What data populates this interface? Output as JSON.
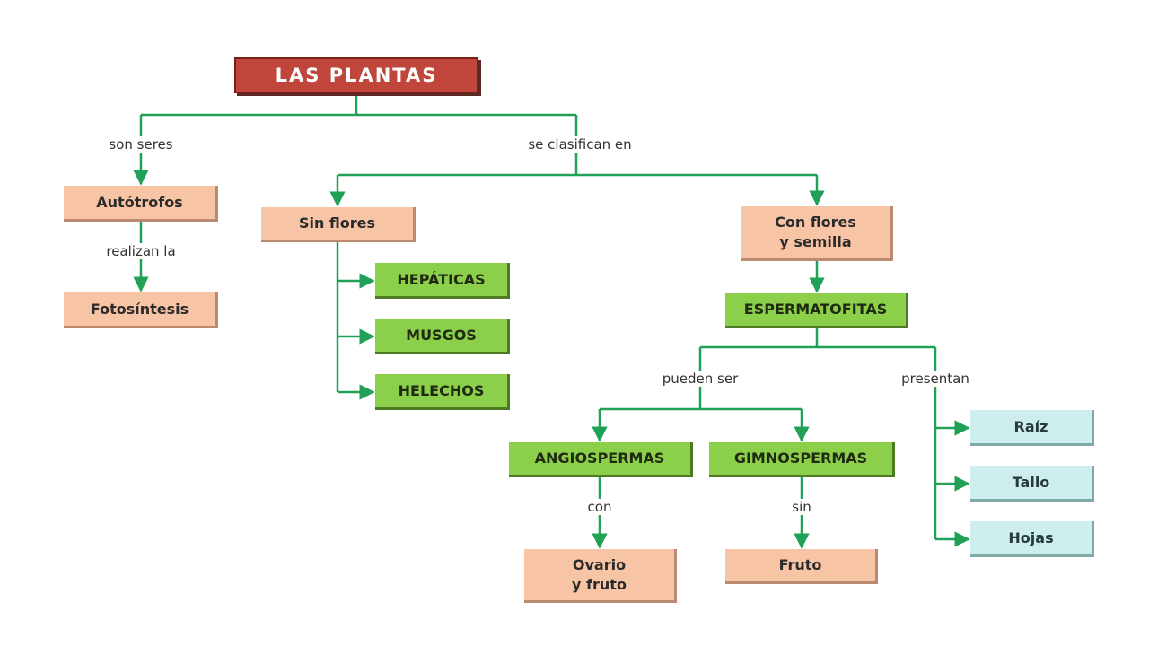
{
  "diagram": {
    "colors": {
      "line": "#21a157",
      "title_bg": "#c0453a",
      "salmon_bg": "#f7c4a5",
      "green_bg": "#8ccf4a",
      "cyan_bg": "#cdeeec"
    },
    "nodes": {
      "title": "LAS PLANTAS",
      "autotrofos": "Autótrofos",
      "fotosintesis": "Fotosíntesis",
      "sin_flores": "Sin flores",
      "con_flores": "Con flores\ny semilla",
      "hepaticas": "HEPÁTICAS",
      "musgos": "MUSGOS",
      "helechos": "HELECHOS",
      "espermatofitas": "ESPERMATOFITAS",
      "angiospermas": "ANGIOSPERMAS",
      "gimnospermas": "GIMNOSPERMAS",
      "ovario": "Ovario\ny fruto",
      "fruto": "Fruto",
      "raiz": "Raíz",
      "tallo": "Tallo",
      "hojas": "Hojas"
    },
    "labels": {
      "son_seres": "son seres",
      "se_clasifican": "se clasifican en",
      "realizan": "realizan la",
      "pueden_ser": "pueden ser",
      "presentan": "presentan",
      "con": "con",
      "sin": "sin"
    }
  }
}
